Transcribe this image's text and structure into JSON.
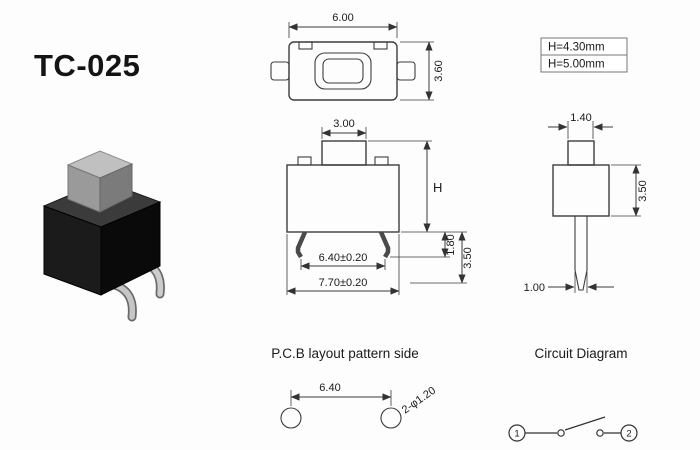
{
  "title": "TC-025",
  "height_options": {
    "row1": "H=4.30mm",
    "row2": "H=5.00mm"
  },
  "top_view": {
    "dim_width": "6.00",
    "dim_height": "3.60"
  },
  "front_view": {
    "dim_button_width": "3.00",
    "dim_height": "H",
    "dim_base": "1.80",
    "dim_lead": "3.50",
    "dim_lead_spacing": "6.40±0.20",
    "dim_body_width": "7.70±0.20"
  },
  "side_view": {
    "dim_button_width": "1.40",
    "dim_body_height": "3.50",
    "dim_pin_width": "1.00"
  },
  "pcb": {
    "title": "P.C.B layout pattern side",
    "dim_pitch": "6.40",
    "dim_holes": "2-φ1.20"
  },
  "circuit": {
    "title": "Circuit Diagram",
    "terminal_1": "1",
    "terminal_2": "2"
  }
}
